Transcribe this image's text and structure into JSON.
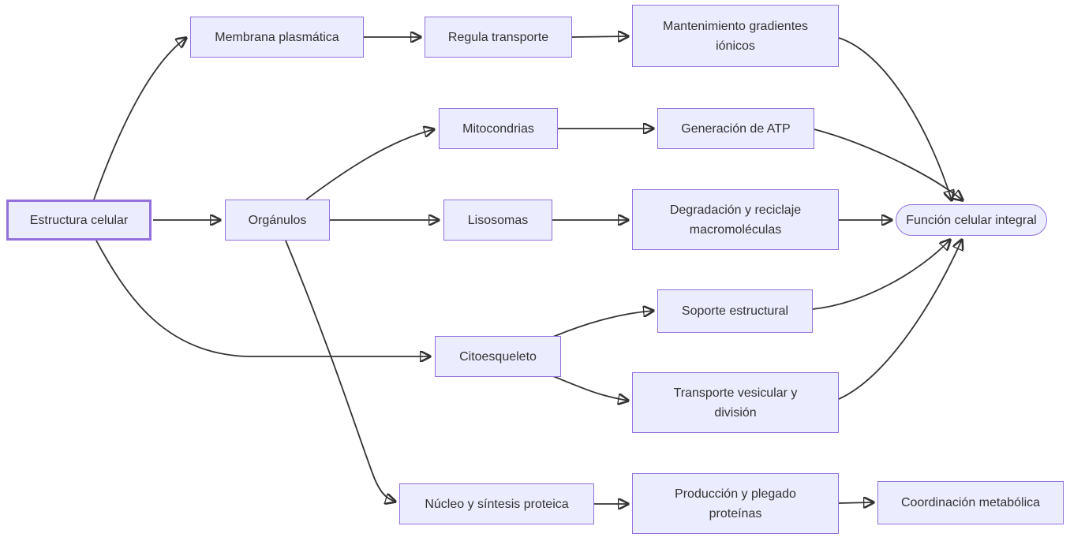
{
  "diagram": {
    "type": "flowchart",
    "direction": "left-to-right",
    "colors": {
      "background": "#ffffff",
      "node_fill": "#ECECFF",
      "node_border": "#9370DB",
      "root_border": "#9370DB",
      "edge": "#333333",
      "text": "#333333"
    },
    "nodes": [
      {
        "label": "Estructura celular",
        "shape": "rect",
        "emphasized": true
      },
      {
        "label": "Membrana plasmática",
        "shape": "rect"
      },
      {
        "label": "Regula transporte",
        "shape": "rect"
      },
      {
        "label": "Mantenimiento gradientes iónicos",
        "shape": "rect"
      },
      {
        "label": "Mitocondrias",
        "shape": "rect"
      },
      {
        "label": "Generación de ATP",
        "shape": "rect"
      },
      {
        "label": "Orgánulos",
        "shape": "rect"
      },
      {
        "label": "Lisosomas",
        "shape": "rect"
      },
      {
        "label": "Degradación y reciclaje macromoléculas",
        "shape": "rect"
      },
      {
        "label": "Función celular integral",
        "shape": "stadium"
      },
      {
        "label": "Soporte estructural",
        "shape": "rect"
      },
      {
        "label": "Citoesqueleto",
        "shape": "rect"
      },
      {
        "label": "Transporte vesicular y división",
        "shape": "rect"
      },
      {
        "label": "Núcleo y síntesis proteica",
        "shape": "rect"
      },
      {
        "label": "Producción y plegado proteínas",
        "shape": "rect"
      },
      {
        "label": "Coordinación metabólica",
        "shape": "rect"
      }
    ],
    "edges": [
      {
        "from": "Estructura celular",
        "to": "Membrana plasmática"
      },
      {
        "from": "Estructura celular",
        "to": "Orgánulos"
      },
      {
        "from": "Estructura celular",
        "to": "Citoesqueleto"
      },
      {
        "from": "Membrana plasmática",
        "to": "Regula transporte"
      },
      {
        "from": "Regula transporte",
        "to": "Mantenimiento gradientes iónicos"
      },
      {
        "from": "Orgánulos",
        "to": "Mitocondrias"
      },
      {
        "from": "Orgánulos",
        "to": "Lisosomas"
      },
      {
        "from": "Orgánulos",
        "to": "Núcleo y síntesis proteica"
      },
      {
        "from": "Mitocondrias",
        "to": "Generación de ATP"
      },
      {
        "from": "Lisosomas",
        "to": "Degradación y reciclaje macromoléculas"
      },
      {
        "from": "Citoesqueleto",
        "to": "Soporte estructural"
      },
      {
        "from": "Citoesqueleto",
        "to": "Transporte vesicular y división"
      },
      {
        "from": "Núcleo y síntesis proteica",
        "to": "Producción y plegado proteínas"
      },
      {
        "from": "Producción y plegado proteínas",
        "to": "Coordinación metabólica"
      },
      {
        "from": "Mantenimiento gradientes iónicos",
        "to": "Función celular integral"
      },
      {
        "from": "Generación de ATP",
        "to": "Función celular integral"
      },
      {
        "from": "Degradación y reciclaje macromoléculas",
        "to": "Función celular integral"
      },
      {
        "from": "Soporte estructural",
        "to": "Función celular integral"
      },
      {
        "from": "Transporte vesicular y división",
        "to": "Función celular integral"
      }
    ]
  }
}
